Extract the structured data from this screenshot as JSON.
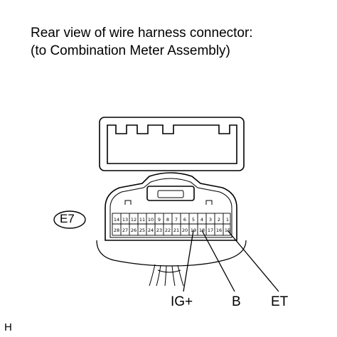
{
  "header": {
    "line1": "Rear view of wire harness connector:",
    "line2": "(to Combination Meter Assembly)"
  },
  "connector": {
    "code": "E7",
    "top_row_pins": [
      "14",
      "13",
      "12",
      "11",
      "10",
      "9",
      "8",
      "7",
      "6",
      "5",
      "4",
      "3",
      "2",
      "1"
    ],
    "bottom_row_pins": [
      "28",
      "27",
      "26",
      "25",
      "24",
      "23",
      "22",
      "21",
      "20",
      "19",
      "18",
      "17",
      "16",
      "15"
    ]
  },
  "callouts": {
    "ig": "IG+",
    "b": "B",
    "et": "ET"
  },
  "corner_mark": "H"
}
